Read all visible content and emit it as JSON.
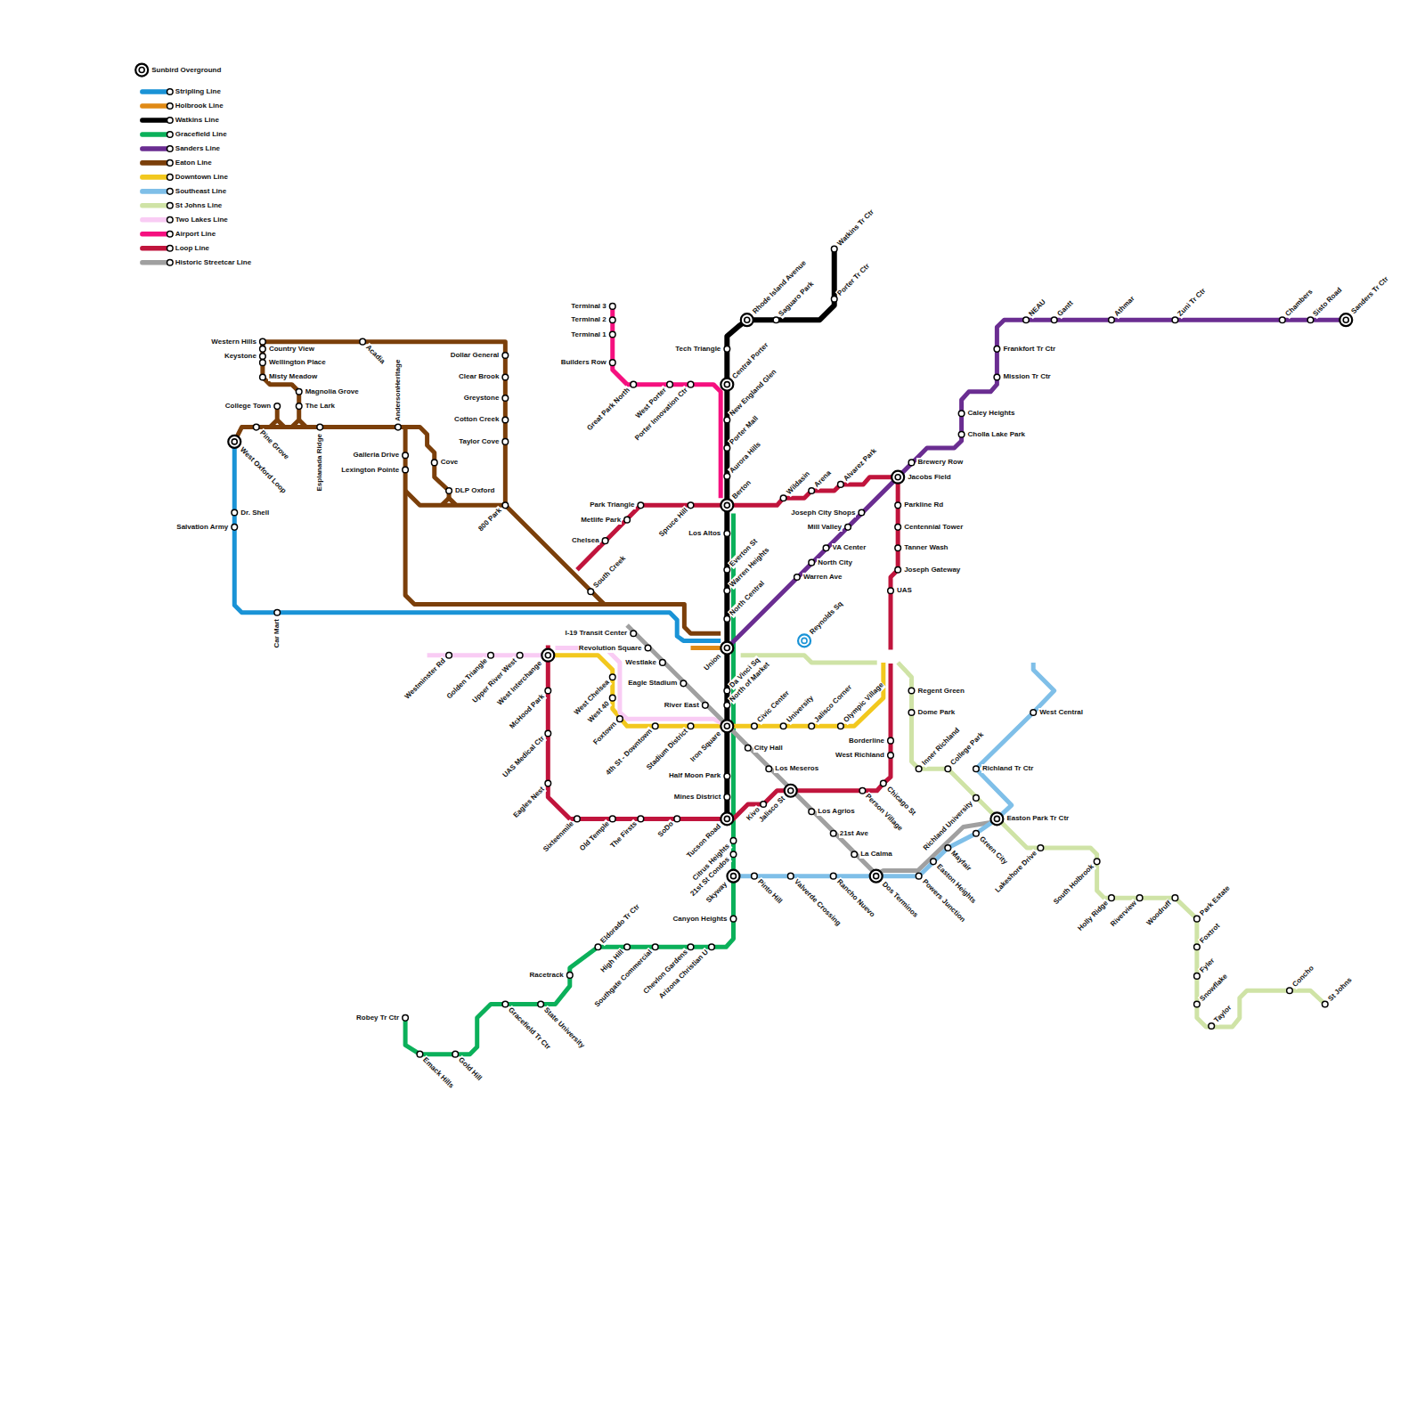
{
  "diagram": {
    "labels": [
      "Western Hills",
      "Country View",
      "Keystone",
      "Wellington Place",
      "Misty Meadow",
      "Magnolia Grove",
      "The Lark",
      "College Town",
      "West Oxford Loop",
      "Pine Grove",
      "Acadia",
      "Esplanada Ridge",
      "AndersonHeritage",
      "Dollar General",
      "Clear Brook",
      "Greystone",
      "Cotton Creek",
      "Taylor Cove",
      "800 Park",
      "Galleria Drive",
      "Lexington Pointe",
      "Cove",
      "DLP Oxford",
      "South Creek",
      "Dr. Shell",
      "Salvation Army",
      "Car Mart",
      "Watkins Tr Ctr",
      "Porter Tr Ctr",
      "Saguaro Park",
      "Rhode Island Avenue",
      "Tech Triangle",
      "Central Porter",
      "New England Glen",
      "Porter Mall",
      "Aurora Hills",
      "Berton",
      "Los Altos",
      "Everton St",
      "Warren Heights",
      "North Central",
      "Union",
      "Da Vinci Sq",
      "North of Market",
      "Iron Square",
      "Half Moon Park",
      "Mines District",
      "Tucson Road",
      "Citrus Heights",
      "21st St Condos",
      "Skyway",
      "Canyon Heights",
      "Arizona Christian U",
      "Chevlon Gardens",
      "Southgate Commercial",
      "High Hill",
      "Eldorado Tr Ctr",
      "Racetrack",
      "State University",
      "Gracefield Tr Ctr",
      "Gold Hill",
      "Emack Hills",
      "Robey Tr Ctr",
      "Terminal 3",
      "Terminal 2",
      "Terminal 1",
      "Builders Row",
      "Great Park North",
      "West Porter",
      "Porter Innovation Ctr",
      "Spruce Hill",
      "Park Triangle",
      "Metlife Park",
      "Chelsea",
      "Wildasin",
      "Arena",
      "Alvarez Park",
      "Jacobs Field",
      "Parkline Rd",
      "Centennial Tower",
      "Tanner Wash",
      "Joseph Gateway",
      "UAS",
      "Borderline",
      "West Richland",
      "Chicago St",
      "Person Village",
      "Jalisco St",
      "Kivo",
      "SoDo",
      "The Firsts",
      "Old Temple",
      "Sixteenmile",
      "Eagles Nest",
      "UAS Medical Ctr",
      "McHood Park",
      "West Interchange",
      "West Chelsea",
      "West 40",
      "Foxtown",
      "4th St - Downtown",
      "Stadium District",
      "Civic Center",
      "University",
      "Jalisco Corner",
      "Olympic Village",
      "Westminster Rd",
      "Golden Triangle",
      "Upper River West",
      "I-19 Transit Center",
      "Revolution Square",
      "Westlake",
      "Eagle Stadium",
      "River East",
      "City Hall",
      "Los Meseros",
      "Los Agrios",
      "21st Ave",
      "La Calma",
      "Dos Terminos",
      "Pinto Hill",
      "Valverde Crossing",
      "Rancho Nuevo",
      "Powers Junction",
      "Easton Heights",
      "Mayfair",
      "Green City",
      "Easton Park Tr Ctr",
      "Richland Tr Ctr",
      "West Central",
      "Regent Green",
      "Dome Park",
      "Inner Richland",
      "College Park",
      "Richland University",
      "Lakeshore Drive",
      "South Holbrook",
      "Holly Ridge",
      "Riverview",
      "Woodruff",
      "Park Estate",
      "Foxtrot",
      "Fyler",
      "Snowflake",
      "Taylor",
      "Concho",
      "St Johns",
      "Warren Ave",
      "North City",
      "VA Center",
      "Mill Valley",
      "Joseph City Shops",
      "Brewery Row",
      "Cholla Lake Park",
      "Caley Heights",
      "Mission Tr Ctr",
      "Frankfort Tr Ctr",
      "NEAU",
      "Gantt",
      "Athmar",
      "Zuni Tr Ctr",
      "Chambers",
      "Sisto Road",
      "Sanders Tr Ctr",
      "Reynolds Sq"
    ],
    "legend": [
      {
        "text": "Sunbird Overground"
      },
      {
        "text": "Stripling Line",
        "color": "#1a93d6"
      },
      {
        "text": "Holbrook Line",
        "color": "#e08a16"
      },
      {
        "text": "Watkins Line",
        "color": "#000000"
      },
      {
        "text": "Gracefield Line",
        "color": "#0bb05a"
      },
      {
        "text": "Sanders Line",
        "color": "#6a2d91"
      },
      {
        "text": "Eaton Line",
        "color": "#7b3f0a"
      },
      {
        "text": "Downtown Line",
        "color": "#f2c81e"
      },
      {
        "text": "Southeast Line",
        "color": "#7fbfe8"
      },
      {
        "text": "St Johns Line",
        "color": "#cfe3a6"
      },
      {
        "text": "Two Lakes Line",
        "color": "#f9ccf4"
      },
      {
        "text": "Airport Line",
        "color": "#f5107f"
      },
      {
        "text": "Loop Line",
        "color": "#c0143c"
      },
      {
        "text": "Historic Streetcar Line",
        "color": "#a0a0a0"
      }
    ]
  }
}
